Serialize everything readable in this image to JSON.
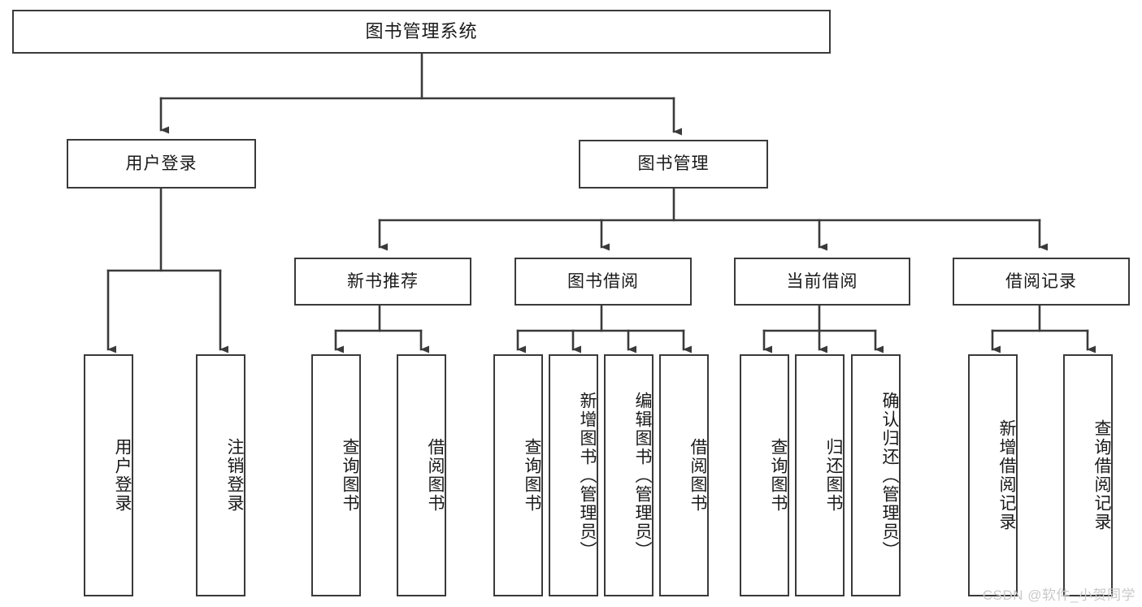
{
  "diagram": {
    "title": "图书管理系统",
    "watermark": "CSDN @软件_小贺同学",
    "stroke_color": "#3a3a3a",
    "background_color": "#ffffff",
    "text_color": "#1a1a1a",
    "watermark_color": "#c9c9c9"
  },
  "chart_data": {
    "type": "tree-diagram",
    "title": "图书管理系统",
    "root": "图书管理系统",
    "levels": 4,
    "nodes": [
      {
        "id": "root",
        "label": "图书管理系统",
        "level": 0,
        "parent": null,
        "orientation": "horizontal"
      },
      {
        "id": "n-user-login",
        "label": "用户登录",
        "level": 1,
        "parent": "root",
        "orientation": "horizontal"
      },
      {
        "id": "n-book-mgmt",
        "label": "图书管理",
        "level": 1,
        "parent": "root",
        "orientation": "horizontal"
      },
      {
        "id": "n-new-book-rec",
        "label": "新书推荐",
        "level": 2,
        "parent": "n-book-mgmt",
        "orientation": "horizontal"
      },
      {
        "id": "n-book-borrow",
        "label": "图书借阅",
        "level": 2,
        "parent": "n-book-mgmt",
        "orientation": "horizontal"
      },
      {
        "id": "n-current-borrow",
        "label": "当前借阅",
        "level": 2,
        "parent": "n-book-mgmt",
        "orientation": "horizontal"
      },
      {
        "id": "n-borrow-record",
        "label": "借阅记录",
        "level": 2,
        "parent": "n-book-mgmt",
        "orientation": "horizontal"
      },
      {
        "id": "l-user-login",
        "label": "用户登录",
        "level": 3,
        "parent": "n-user-login",
        "orientation": "vertical"
      },
      {
        "id": "l-user-logout",
        "label": "注销登录",
        "level": 3,
        "parent": "n-user-login",
        "orientation": "vertical"
      },
      {
        "id": "l-rec-query",
        "label": "查询图书",
        "level": 3,
        "parent": "n-new-book-rec",
        "orientation": "vertical"
      },
      {
        "id": "l-rec-borrow",
        "label": "借阅图书",
        "level": 3,
        "parent": "n-new-book-rec",
        "orientation": "vertical"
      },
      {
        "id": "l-borrow-query",
        "label": "查询图书",
        "level": 3,
        "parent": "n-book-borrow",
        "orientation": "vertical"
      },
      {
        "id": "l-borrow-add",
        "label": "新增图书（管理员）",
        "level": 3,
        "parent": "n-book-borrow",
        "orientation": "vertical"
      },
      {
        "id": "l-borrow-edit",
        "label": "编辑图书（管理员）",
        "level": 3,
        "parent": "n-book-borrow",
        "orientation": "vertical"
      },
      {
        "id": "l-borrow-lend",
        "label": "借阅图书",
        "level": 3,
        "parent": "n-book-borrow",
        "orientation": "vertical"
      },
      {
        "id": "l-cur-query",
        "label": "查询图书",
        "level": 3,
        "parent": "n-current-borrow",
        "orientation": "vertical"
      },
      {
        "id": "l-cur-return",
        "label": "归还图书",
        "level": 3,
        "parent": "n-current-borrow",
        "orientation": "vertical"
      },
      {
        "id": "l-cur-confirm",
        "label": "确认归还（管理员）",
        "level": 3,
        "parent": "n-current-borrow",
        "orientation": "vertical"
      },
      {
        "id": "l-rec-add",
        "label": "新增借阅记录",
        "level": 3,
        "parent": "n-borrow-record",
        "orientation": "vertical"
      },
      {
        "id": "l-rec-query2",
        "label": "查询借阅记录",
        "level": 3,
        "parent": "n-borrow-record",
        "orientation": "vertical"
      }
    ],
    "edges": [
      {
        "from": "root",
        "to": "n-user-login"
      },
      {
        "from": "root",
        "to": "n-book-mgmt"
      },
      {
        "from": "n-book-mgmt",
        "to": "n-new-book-rec"
      },
      {
        "from": "n-book-mgmt",
        "to": "n-book-borrow"
      },
      {
        "from": "n-book-mgmt",
        "to": "n-current-borrow"
      },
      {
        "from": "n-book-mgmt",
        "to": "n-borrow-record"
      },
      {
        "from": "n-user-login",
        "to": "l-user-login"
      },
      {
        "from": "n-user-login",
        "to": "l-user-logout"
      },
      {
        "from": "n-new-book-rec",
        "to": "l-rec-query"
      },
      {
        "from": "n-new-book-rec",
        "to": "l-rec-borrow"
      },
      {
        "from": "n-book-borrow",
        "to": "l-borrow-query"
      },
      {
        "from": "n-book-borrow",
        "to": "l-borrow-add"
      },
      {
        "from": "n-book-borrow",
        "to": "l-borrow-edit"
      },
      {
        "from": "n-book-borrow",
        "to": "l-borrow-lend"
      },
      {
        "from": "n-current-borrow",
        "to": "l-cur-query"
      },
      {
        "from": "n-current-borrow",
        "to": "l-cur-return"
      },
      {
        "from": "n-current-borrow",
        "to": "l-cur-confirm"
      },
      {
        "from": "n-borrow-record",
        "to": "l-rec-add"
      },
      {
        "from": "n-borrow-record",
        "to": "l-rec-query2"
      }
    ]
  }
}
